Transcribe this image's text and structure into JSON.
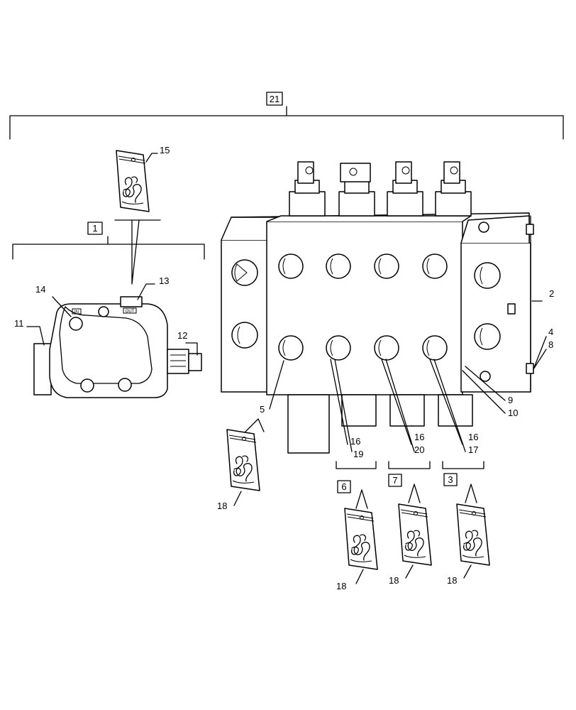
{
  "assembly_ref": "21",
  "group_refs": {
    "relief_group": "1",
    "kit_6": "6",
    "kit_7": "7",
    "kit_3": "3"
  },
  "callouts": {
    "c2": "2",
    "c4": "4",
    "c5": "5",
    "c8": "8",
    "c9": "9",
    "c10": "10",
    "c11": "11",
    "c12": "12",
    "c13": "13",
    "c14": "14",
    "c15": "15",
    "c16a": "16",
    "c16b": "16",
    "c16c": "16",
    "c17": "17",
    "c18a": "18",
    "c18b": "18",
    "c18c": "18",
    "c18d": "18",
    "c19": "19",
    "c20": "20"
  },
  "port_marks": {
    "inlet": "IN",
    "outlet": "OUT"
  }
}
